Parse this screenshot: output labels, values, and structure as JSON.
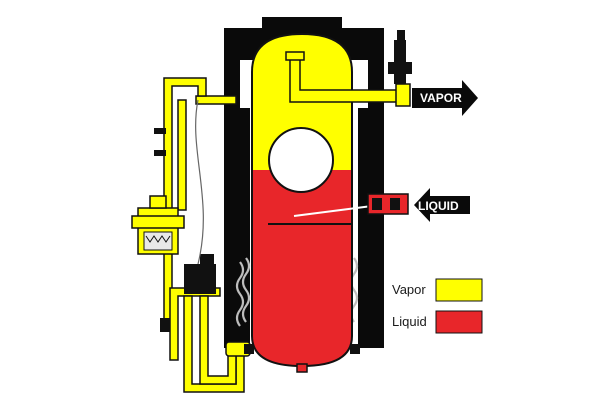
{
  "labels": {
    "vapor_arrow": "VAPOR",
    "liquid_arrow": "LIQUID"
  },
  "legend": [
    {
      "label": "Vapor",
      "color": "#ffff00"
    },
    {
      "label": "Liquid",
      "color": "#e8262a"
    }
  ],
  "colors": {
    "vapor": "#ffff00",
    "liquid": "#e8262a",
    "jacket": "#0a0a0a",
    "outline": "#111111",
    "flame": "#bdbdbd"
  }
}
